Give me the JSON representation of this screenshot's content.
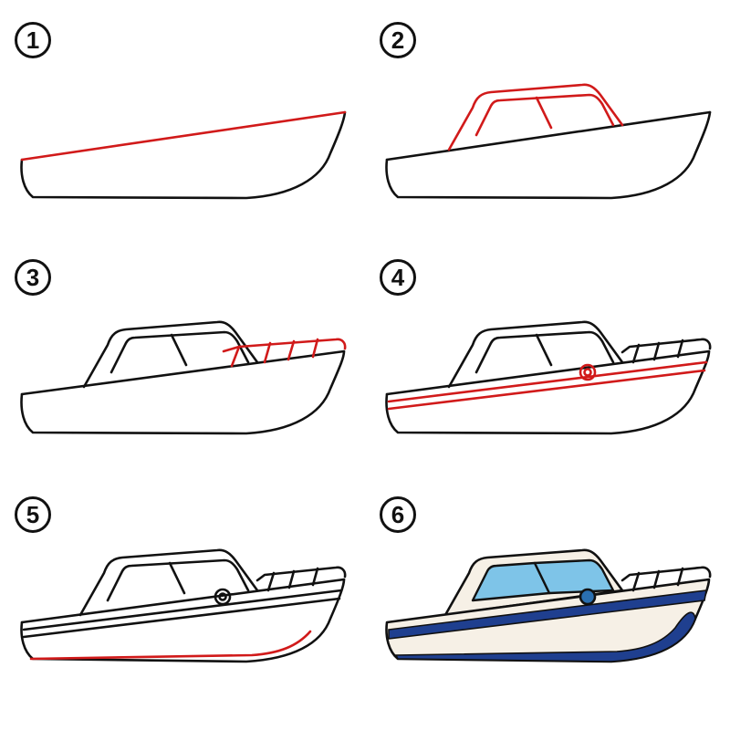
{
  "steps": [
    {
      "number": "1"
    },
    {
      "number": "2"
    },
    {
      "number": "3"
    },
    {
      "number": "4"
    },
    {
      "number": "5"
    },
    {
      "number": "6"
    }
  ],
  "colors": {
    "outline": "#111111",
    "new_stroke": "#d11a1a",
    "hull_fill": "#f6f0e6",
    "window_fill": "#7ec4e8",
    "stripe_blue": "#1f3f8f",
    "porthole_fill": "#2a6fb0"
  }
}
